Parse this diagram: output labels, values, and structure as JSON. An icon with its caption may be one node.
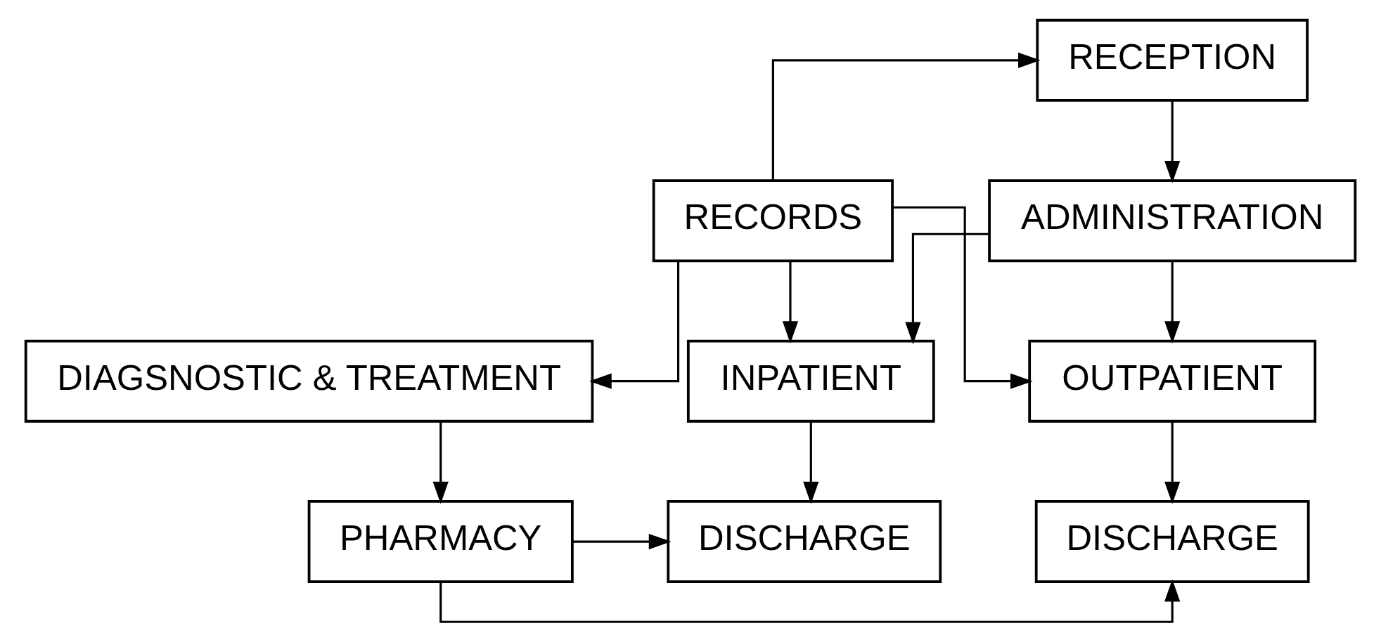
{
  "diagram": {
    "nodes": [
      {
        "text": [
          "RECEPTION"
        ]
      },
      {
        "text": [
          "ADMINISTRATION"
        ]
      },
      {
        "text": [
          "RECORDS"
        ]
      },
      {
        "text": [
          "INPATIENT"
        ]
      },
      {
        "text": [
          "DIAGSNOSTIC & TREATMENT"
        ]
      },
      {
        "text": [
          "OUTPATIENT"
        ]
      },
      {
        "text": [
          "DISCHARGE"
        ]
      },
      {
        "text": [
          "PHARMACY"
        ]
      },
      {
        "text": [
          "DISCHARGE"
        ]
      }
    ],
    "edges": [
      {
        "from": 0,
        "to": 1,
        "arrow": "to"
      },
      {
        "from": 2,
        "to": 0,
        "arrow": "to"
      },
      {
        "from": 1,
        "to": 3,
        "arrow": "to"
      },
      {
        "from": 2,
        "to": 3,
        "arrow": "to"
      },
      {
        "from": 1,
        "to": 5,
        "arrow": "to"
      },
      {
        "from": 2,
        "to": 5,
        "arrow": "to"
      },
      {
        "from": 2,
        "to": 4,
        "arrow": "to"
      },
      {
        "from": 4,
        "to": 7,
        "arrow": "to"
      },
      {
        "from": 3,
        "to": 6,
        "arrow": "to"
      },
      {
        "from": 5,
        "to": 8,
        "arrow": "to"
      },
      {
        "from": 7,
        "to": 6,
        "arrow": "to"
      },
      {
        "from": 7,
        "to": 8,
        "arrow": "to"
      }
    ]
  }
}
